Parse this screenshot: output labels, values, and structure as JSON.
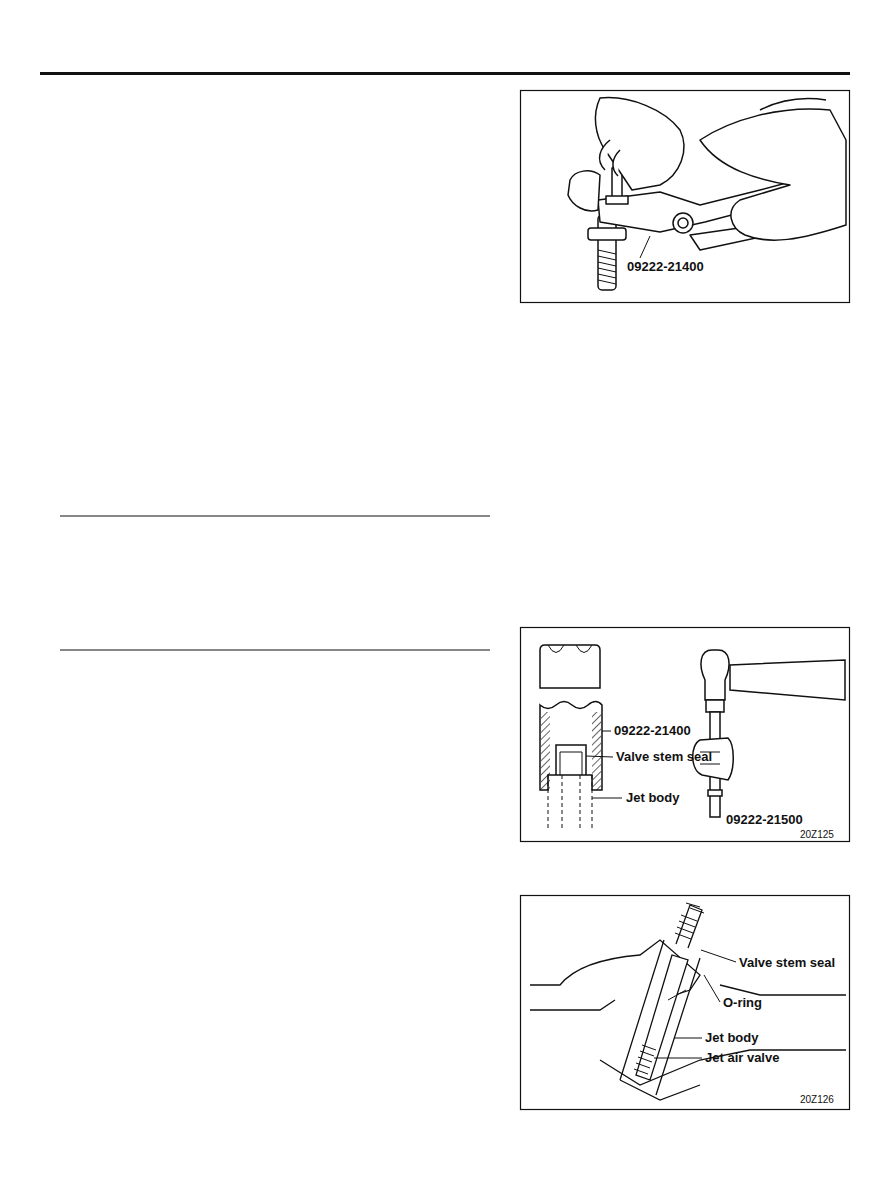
{
  "diagram": {
    "labels": [
      "09222-21400",
      "09222-21400",
      "Valve stem seal",
      "Jet body",
      "09222-21500",
      "20Z125",
      "Valve stem seal",
      "O-ring",
      "Jet body",
      "Jet air valve",
      "20Z126"
    ]
  }
}
